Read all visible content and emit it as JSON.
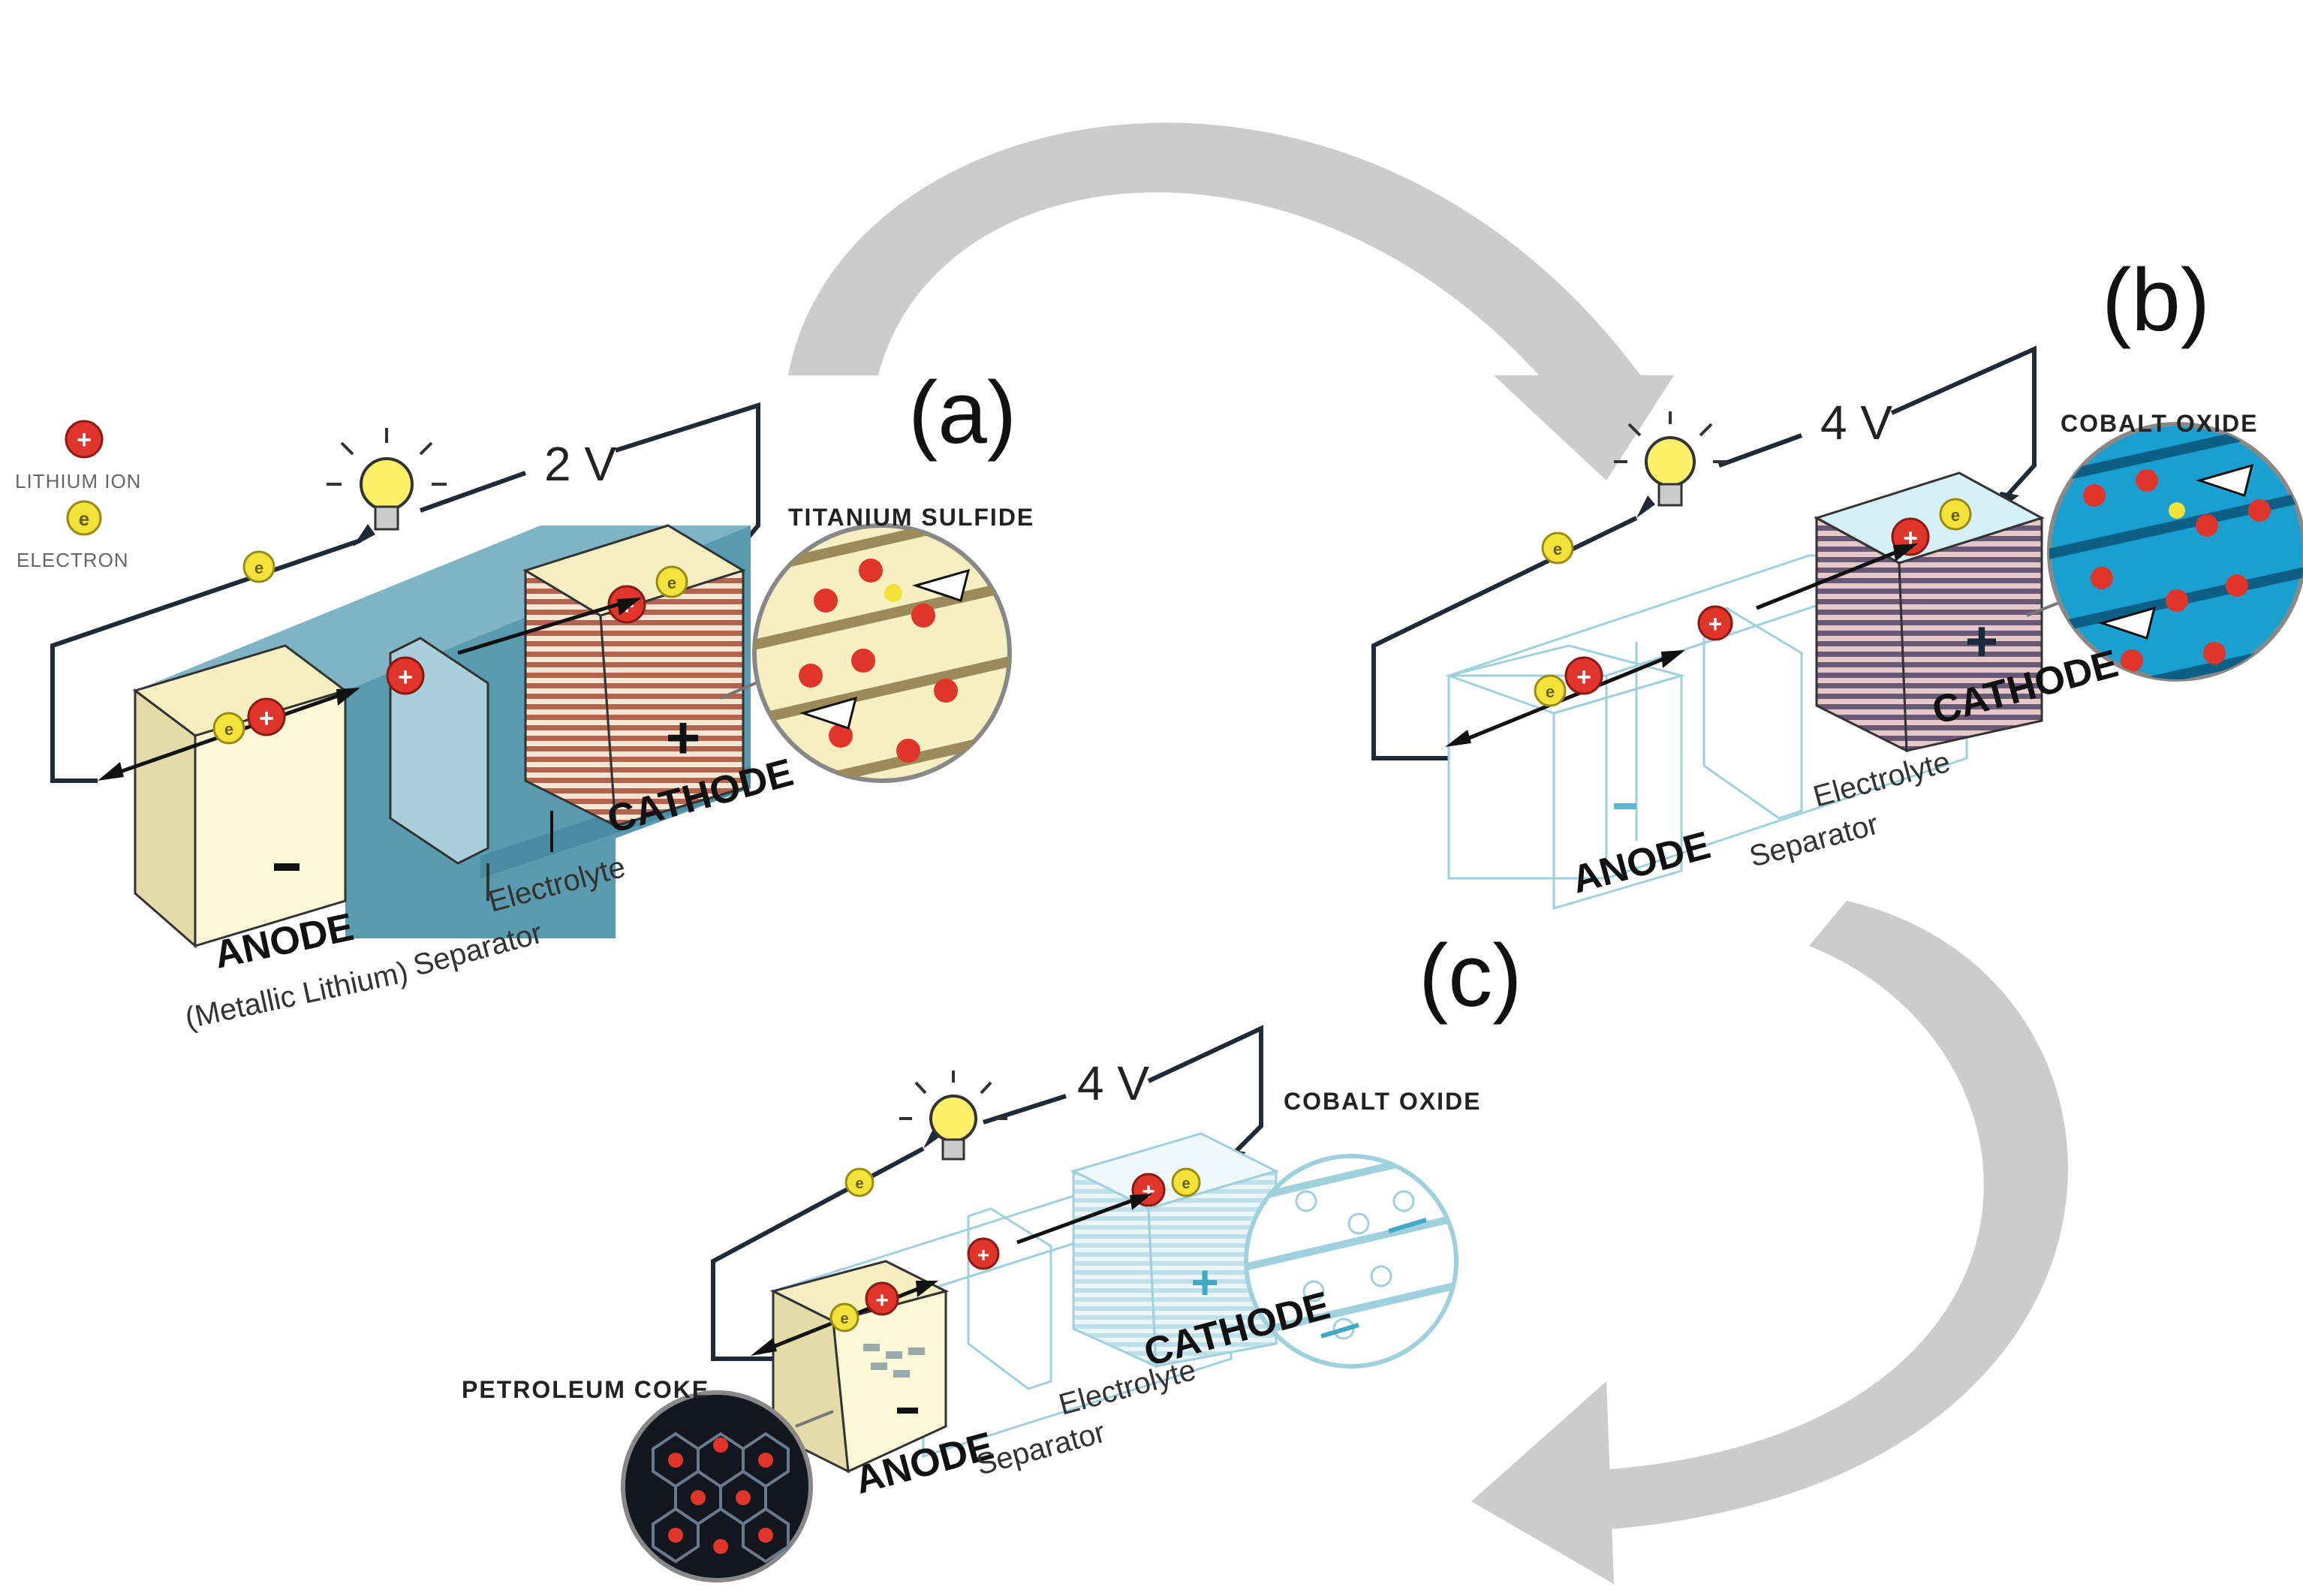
{
  "legend": {
    "lithium_ion": "LITHIUM ION",
    "electron": "ELECTRON"
  },
  "panel_a": {
    "label": "(a)",
    "voltage": "2 V",
    "cathode_material": "TITANIUM SULFIDE",
    "anode": "ANODE",
    "anode_sub": "(Metallic Lithium)",
    "separator": "Separator",
    "electrolyte": "Electrolyte",
    "cathode": "CATHODE"
  },
  "panel_b": {
    "label": "(b)",
    "voltage": "4 V",
    "cathode_material": "COBALT OXIDE",
    "anode": "ANODE",
    "separator": "Separator",
    "electrolyte": "Electrolyte",
    "cathode": "CATHODE"
  },
  "panel_c": {
    "label": "(c)",
    "voltage": "4 V",
    "cathode_material": "COBALT OXIDE",
    "anode_material": "PETROLEUM COKE",
    "anode": "ANODE",
    "separator": "Separator",
    "electrolyte": "Electrolyte",
    "cathode": "CATHODE"
  },
  "colors": {
    "arrow_gray": "#c8c8c8",
    "electrolyte_blue": "#5b9bb0",
    "anode_cream": "#fbf8d8",
    "cathode_red": "#b4634f",
    "cobalt_blue": "#1aa0d0",
    "ion_red": "#e0352b",
    "electron_yellow": "#f2e23a",
    "outline_light_blue": "#9fd1dc"
  }
}
